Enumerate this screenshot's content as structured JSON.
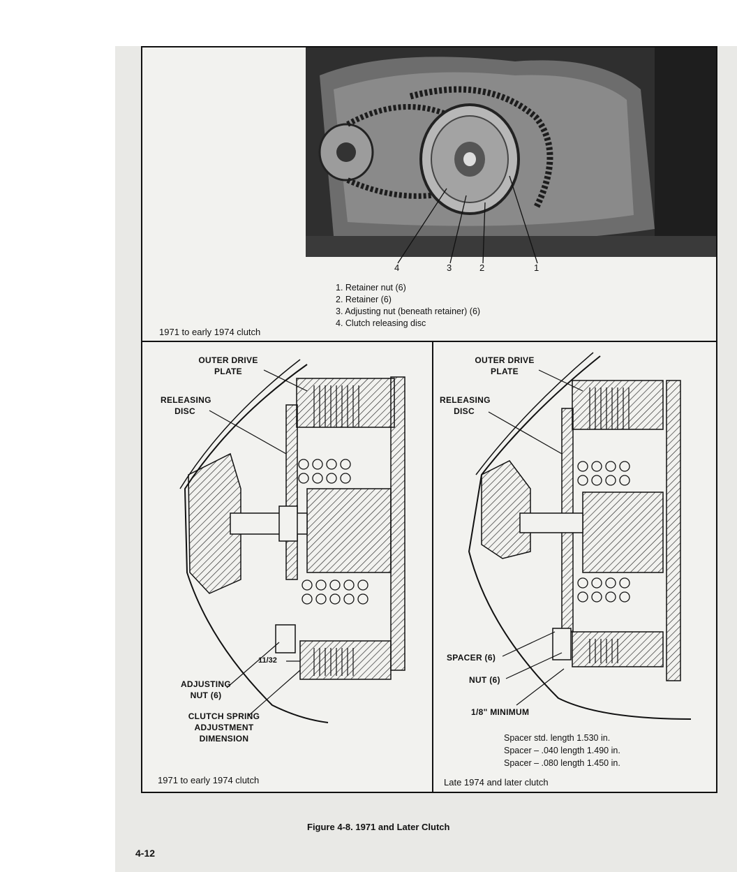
{
  "photo_legend": [
    "1.  Retainer nut (6)",
    "2.  Retainer (6)",
    "3.  Adjusting nut (beneath retainer) (6)",
    "4.  Clutch releasing disc"
  ],
  "callout_numbers": [
    "4",
    "3",
    "2",
    "1"
  ],
  "photo_caption": "1971 to early 1974 clutch",
  "left_diagram": {
    "outer_drive_plate": [
      "OUTER DRIVE",
      "PLATE"
    ],
    "releasing_disc": [
      "RELEASING",
      "DISC"
    ],
    "dimension": "11/32",
    "adjusting_nut": [
      "ADJUSTING",
      "NUT (6)"
    ],
    "spring_dimension": [
      "CLUTCH SPRING",
      "ADJUSTMENT",
      "DIMENSION"
    ],
    "caption": "1971 to early 1974 clutch"
  },
  "right_diagram": {
    "outer_drive_plate": [
      "OUTER DRIVE",
      "PLATE"
    ],
    "releasing_disc": [
      "RELEASING",
      "DISC"
    ],
    "spacer": "SPACER (6)",
    "nut": "NUT (6)",
    "minimum": "1/8\" MINIMUM",
    "caption": "Late 1974 and later clutch"
  },
  "spacer_notes": [
    "Spacer std. length 1.530 in.",
    "Spacer – .040 length 1.490 in.",
    "Spacer – .080 length 1.450 in."
  ],
  "figure_title": "Figure 4-8. 1971 and Later Clutch",
  "page_number": "4-12"
}
